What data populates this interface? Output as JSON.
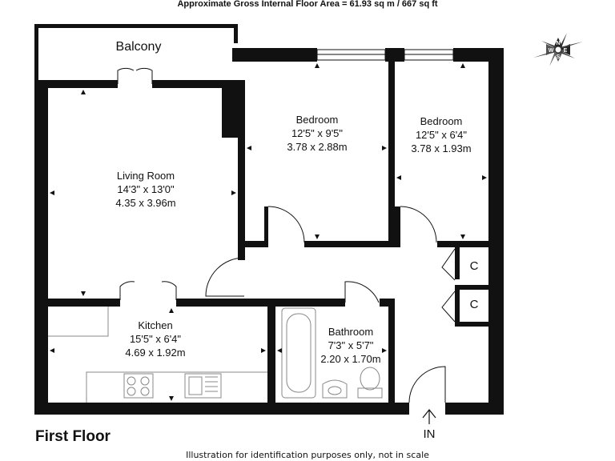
{
  "header": {
    "area_text": "Approximate Gross Internal Floor Area =  61.93 sq m / 667 sq ft"
  },
  "floor_label": "First Floor",
  "disclaimer": "Illustration for identification purposes only, not in scale",
  "compass": {
    "letters": [
      "N",
      "E",
      "S",
      "W"
    ]
  },
  "entrance_label": "IN",
  "rooms": {
    "balcony": {
      "name": "Balcony"
    },
    "living_room": {
      "name": "Living Room",
      "imperial": "14'3\" x 13'0\"",
      "metric": "4.35 x 3.96m"
    },
    "bedroom1": {
      "name": "Bedroom",
      "imperial": "12'5\" x 9'5\"",
      "metric": "3.78 x 2.88m"
    },
    "bedroom2": {
      "name": "Bedroom",
      "imperial": "12'5\" x 6'4\"",
      "metric": "3.78 x 1.93m"
    },
    "kitchen": {
      "name": "Kitchen",
      "imperial": "15'5\" x 6'4\"",
      "metric": "4.69 x 1.92m"
    },
    "bathroom": {
      "name": "Bathroom",
      "imperial": "7'3\" x 5'7\"",
      "metric": "2.20 x 1.70m"
    },
    "closet1": {
      "name": "C"
    },
    "closet2": {
      "name": "C"
    }
  }
}
